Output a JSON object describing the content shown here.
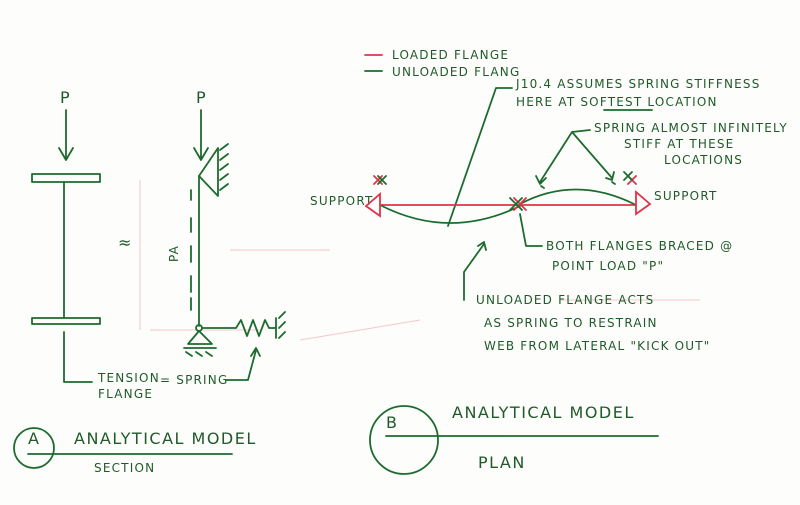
{
  "legend": {
    "loaded_flange": "LOADED FLANGE",
    "unloaded_flange": "UNLOADED FLANG",
    "loaded_color": "#e0334a",
    "unloaded_color": "#1d6b2f"
  },
  "section_view": {
    "load_label_left": "P",
    "load_label_right": "P",
    "approx_symbol": "≈",
    "member_label": "PA",
    "tension_flange_line1": "TENSION",
    "tension_flange_line2": "FLANGE",
    "equals_spring": "= SPRING",
    "circle_letter": "A",
    "title": "ANALYTICAL MODEL",
    "subtitle": "SECTION"
  },
  "plan_view": {
    "note_j104_line1": "J10.4 ASSUMES SPRING STIFFNESS",
    "note_j104_line2": "HERE AT SOFTEST LOCATION",
    "note_j104_underlined": "SOFTEST",
    "note_stiff_line1": "SPRING ALMOST INFINITELY",
    "note_stiff_line2": "STIFF AT THESE",
    "note_stiff_line3": "LOCATIONS",
    "support_left": "SUPPORT",
    "support_right": "SUPPORT",
    "braced_line1": "BOTH FLANGES BRACED @",
    "braced_line2": "POINT LOAD \"P\"",
    "unloaded_note_line1": "UNLOADED FLANGE ACTS",
    "unloaded_note_line2": "AS SPRING TO RESTRAIN",
    "unloaded_note_line3": "WEB FROM LATERAL \"KICK OUT\"",
    "circle_letter": "B",
    "title": "ANALYTICAL MODEL",
    "subtitle": "PLAN"
  }
}
